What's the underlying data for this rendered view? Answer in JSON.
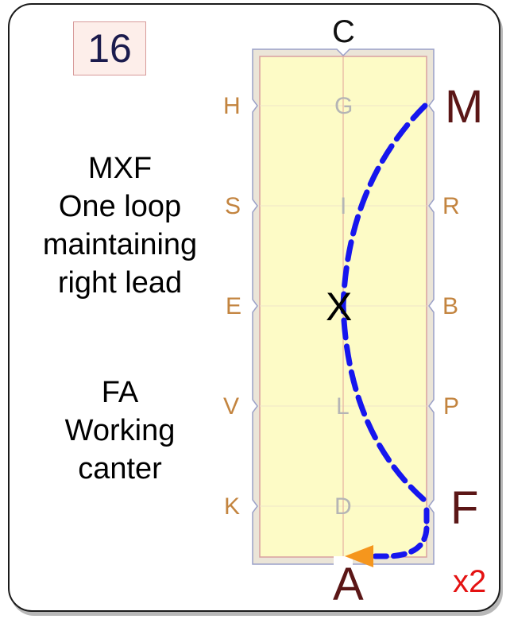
{
  "test": {
    "number": "16",
    "repeat_label": "x2"
  },
  "movements": [
    {
      "lines": [
        "MXF",
        "One loop",
        "maintaining",
        "right lead"
      ]
    },
    {
      "lines": [
        "FA",
        "Working",
        "canter"
      ]
    }
  ],
  "arena_letters": {
    "top": "C",
    "bottom": "A",
    "left": [
      "H",
      "S",
      "E",
      "V",
      "K"
    ],
    "right": [
      "M",
      "R",
      "B",
      "P",
      "F"
    ],
    "centerline": [
      "G",
      "I",
      "X",
      "L",
      "D"
    ]
  },
  "colors": {
    "arena_fill": "#fdfbc6",
    "arena_border": "#ebe5d8",
    "path": "#1616ee",
    "arrow": "#f5961d",
    "centerline": "#e6b0a0"
  }
}
